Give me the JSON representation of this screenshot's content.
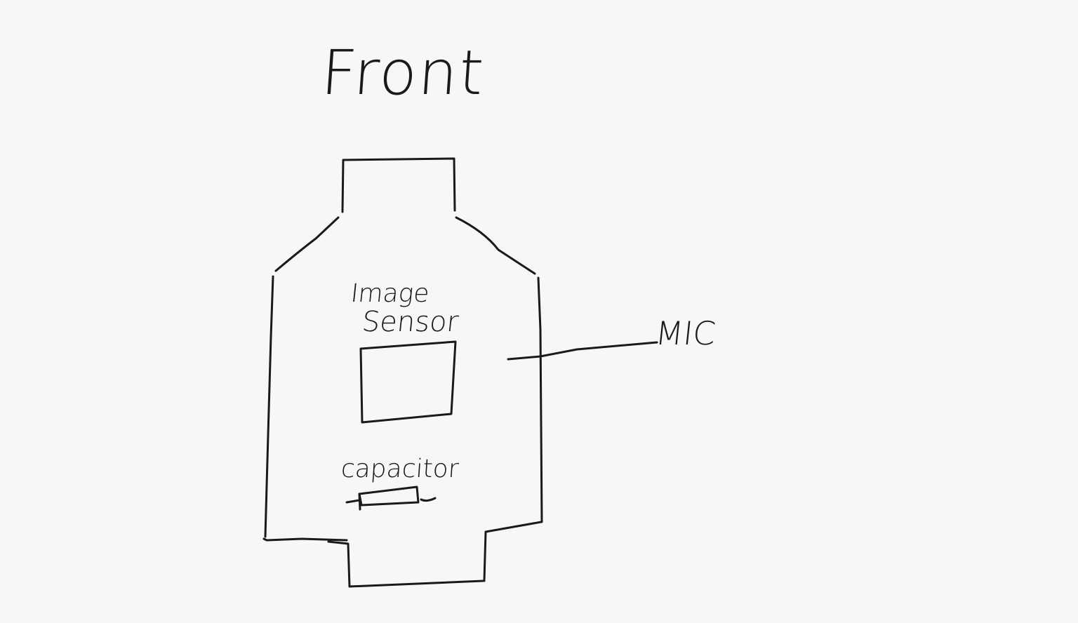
{
  "title": "Front",
  "components": {
    "image_sensor_line1": "Image",
    "image_sensor_line2": "Sensor",
    "capacitor": "capacitor",
    "mic": "MIC"
  },
  "ink_color": "#1a1a1a",
  "background_color": "#f7f7f5"
}
